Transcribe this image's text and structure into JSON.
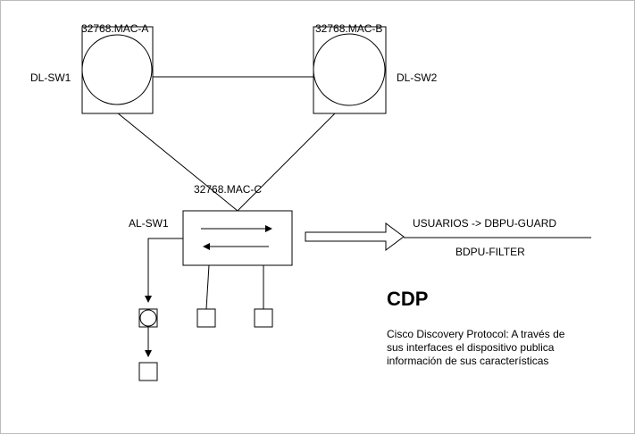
{
  "nodes": {
    "dl_sw1": {
      "name": "DL-SW1",
      "bridge_id": "32768.MAC-A"
    },
    "dl_sw2": {
      "name": "DL-SW2",
      "bridge_id": "32768.MAC-B"
    },
    "al_sw1": {
      "name": "AL-SW1",
      "bridge_id": "32768.MAC-C"
    }
  },
  "annotations": {
    "usuarios": "USUARIOS -> DBPU-GUARD",
    "bdpu_filter": "BDPU-FILTER"
  },
  "cdp": {
    "title": "CDP",
    "description": "Cisco Discovery Protocol: A través de sus interfaces el dispositivo publica información de sus características"
  },
  "colors": {
    "stroke": "#000000",
    "background": "#ffffff"
  }
}
